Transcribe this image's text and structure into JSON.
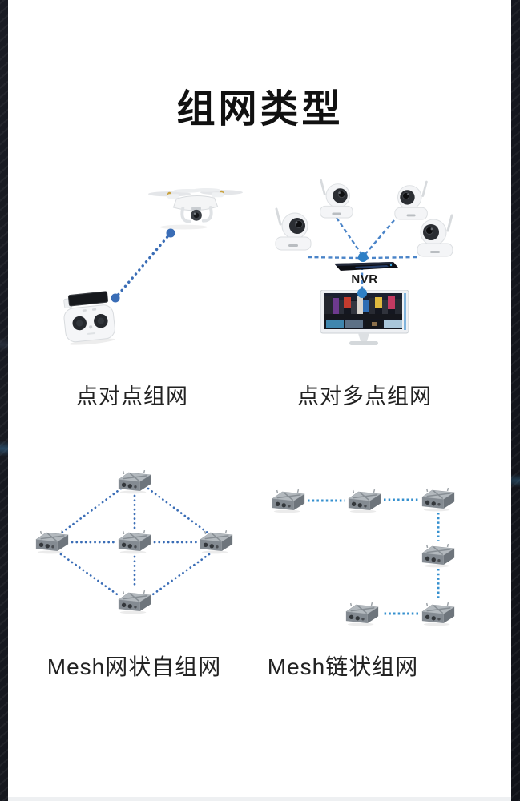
{
  "page": {
    "title": "组网类型",
    "colors": {
      "background_dark": "#14161b",
      "panel_white": "#ffffff",
      "link_blue": "#3a6db6",
      "dash_blue": "#4a84c8",
      "chain_blue": "#3590cf",
      "node_dot_blue": "#2f80c6",
      "title_text": "#111111",
      "label_text": "#222222"
    }
  },
  "sections": [
    {
      "id": "point-to-point",
      "label": "点对点组网",
      "devices": [
        "drone-icon",
        "remote-controller-icon"
      ],
      "connection_style": "dotted-line-with-endpoint-dots"
    },
    {
      "id": "point-to-multipoint",
      "label": "点对多点组网",
      "nvr_label": "NVR",
      "devices": [
        "ip-camera-icon",
        "ip-camera-icon",
        "ip-camera-icon",
        "ip-camera-icon",
        "nvr-icon",
        "monitor-icon"
      ],
      "connection_style": "dashed-lines-converging-to-hub-dot"
    },
    {
      "id": "mesh-network",
      "label": "Mesh网状自组网",
      "devices": [
        "mesh-radio-icon",
        "mesh-radio-icon",
        "mesh-radio-icon",
        "mesh-radio-icon",
        "mesh-radio-icon"
      ],
      "connection_style": "dotted-diamond-full-mesh"
    },
    {
      "id": "chain-network",
      "label": "Mesh链状组网",
      "devices": [
        "mesh-radio-icon",
        "mesh-radio-icon",
        "mesh-radio-icon",
        "mesh-radio-icon",
        "mesh-radio-icon",
        "mesh-radio-icon"
      ],
      "connection_style": "dashed-chain"
    }
  ]
}
